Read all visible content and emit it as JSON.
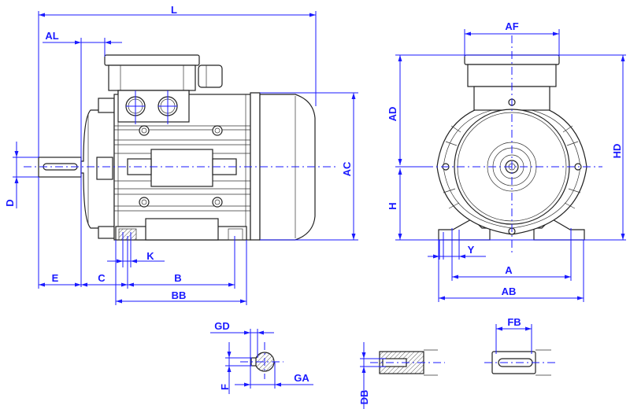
{
  "drawing": {
    "side_view_labels": {
      "L": "L",
      "AL": "AL",
      "D": "D",
      "E": "E",
      "C": "C",
      "B": "B",
      "BB": "BB",
      "K": "K",
      "AC": "AC"
    },
    "front_view_labels": {
      "AF": "AF",
      "AD": "AD",
      "H": "H",
      "HD": "HD",
      "A": "A",
      "AB": "AB",
      "Y": "Y"
    },
    "shaft_detail_labels": {
      "GD": "GD",
      "GA": "GA",
      "F": "F",
      "DB": "DB",
      "FB": "FB"
    },
    "colors": {
      "dimension": "#1a1aff",
      "outline": "#222222"
    }
  }
}
